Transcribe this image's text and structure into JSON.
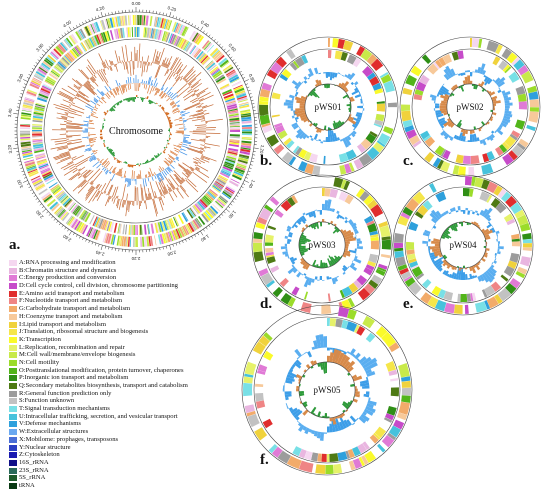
{
  "panels": {
    "a": {
      "letter": "a.",
      "label": "Chromosome"
    },
    "b": {
      "letter": "b.",
      "label": "pWS01"
    },
    "c": {
      "letter": "c.",
      "label": "pWS02"
    },
    "d": {
      "letter": "d.",
      "label": "pWS03"
    },
    "e": {
      "letter": "e.",
      "label": "pWS04"
    },
    "f": {
      "letter": "f.",
      "label": "pWS05"
    }
  },
  "legend": [
    {
      "code": "A",
      "text": "A:RNA processing and modification",
      "color": "#f5d7f0"
    },
    {
      "code": "B",
      "text": "B:Chromatin structure and dynamics",
      "color": "#e9b6e0"
    },
    {
      "code": "C",
      "text": "C:Energy production and conversion",
      "color": "#e07ad6"
    },
    {
      "code": "D",
      "text": "D:Cell cycle control, cell division, chromosome partitioning",
      "color": "#c64bc9"
    },
    {
      "code": "E",
      "text": "E:Amino acid transport and metabolism",
      "color": "#e02d2d"
    },
    {
      "code": "F",
      "text": "F:Nucleotide transport and metabolism",
      "color": "#ef8585"
    },
    {
      "code": "G",
      "text": "G:Carbohydrate transport and metabolism",
      "color": "#f2ab6a"
    },
    {
      "code": "H",
      "text": "H:Coenzyme transport and metabolism",
      "color": "#f7c99a"
    },
    {
      "code": "I",
      "text": "I:Lipid transport and metabolism",
      "color": "#f0d23c"
    },
    {
      "code": "J",
      "text": "J:Translation, ribosomal structure and biogenesis",
      "color": "#f5e64a"
    },
    {
      "code": "K",
      "text": "K:Transcription",
      "color": "#fafa2a"
    },
    {
      "code": "L",
      "text": "L:Replication, recombination and repair",
      "color": "#e6f26a"
    },
    {
      "code": "M",
      "text": "M:Cell wall/membrane/envelope biogenesis",
      "color": "#c8ea4a"
    },
    {
      "code": "N",
      "text": "N:Cell motility",
      "color": "#9bdc2a"
    },
    {
      "code": "O",
      "text": "O:Posttranslational modification, protein turnover, chaperones",
      "color": "#52b51a"
    },
    {
      "code": "P",
      "text": "P:Inorganic ion transport and metabolism",
      "color": "#2f8f16"
    },
    {
      "code": "Q",
      "text": "Q:Secondary metabolites biosynthesis, transport and catabolism",
      "color": "#4e7a14"
    },
    {
      "code": "R",
      "text": "R:General function prediction only",
      "color": "#9c9c9c"
    },
    {
      "code": "S",
      "text": "S:Function unknown",
      "color": "#c2c2c2"
    },
    {
      "code": "T",
      "text": "T:Signal transduction mechanisms",
      "color": "#78e0e6"
    },
    {
      "code": "U",
      "text": "U:Intracellular trafficking, secretion, and vesicular transport",
      "color": "#46c2dc"
    },
    {
      "code": "V",
      "text": "V:Defense mechanisms",
      "color": "#2ea0dc"
    },
    {
      "code": "W",
      "text": "W:Extracellular structures",
      "color": "#6aa8f0"
    },
    {
      "code": "X",
      "text": "X:Mobilome: prophages, transposons",
      "color": "#4a6ed6"
    },
    {
      "code": "Y",
      "text": "Y:Nuclear structure",
      "color": "#2a3ec2"
    },
    {
      "code": "Z",
      "text": "Z:Cytoskeleton",
      "color": "#1a1ab0"
    },
    {
      "code": "16S",
      "text": "16S_rRNA",
      "color": "#101088"
    },
    {
      "code": "23S",
      "text": "23S_rRNA",
      "color": "#2a6a5a"
    },
    {
      "code": "5S",
      "text": "5S_rRNA",
      "color": "#1d5a2a"
    },
    {
      "code": "tRNA",
      "text": "tRNA",
      "color": "#0a3a14"
    }
  ],
  "tick_labels": [
    "0.00",
    "0.20",
    "0.40",
    "0.60",
    "0.80",
    "1.00",
    "1.20",
    "1.40",
    "1.60",
    "1.80",
    "2.00",
    "2.20",
    "2.40",
    "2.60",
    "2.80",
    "3.00",
    "3.20",
    "3.40",
    "3.60",
    "3.80",
    "4.00",
    "4.20"
  ],
  "colors": {
    "gc_pos": "#d2691e",
    "gc_neg": "#2e9a3a",
    "skew_pos": "#3a8ee6",
    "skew_neg": "#d97b3c",
    "ring_border": "#444444"
  }
}
